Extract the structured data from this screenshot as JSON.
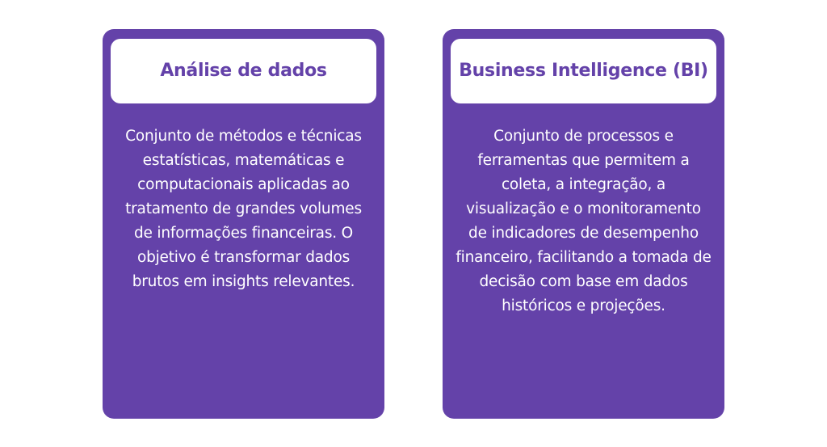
{
  "colors": {
    "card_background": "#6442a9",
    "title_box_background": "#ffffff",
    "title_text": "#6442a9",
    "body_text": "#ffffff"
  },
  "cards": [
    {
      "title": "Análise de dados",
      "description": "Conjunto de métodos e técnicas estatísticas, matemáticas e computacionais aplicadas ao tratamento de grandes volumes de informações financeiras. O objetivo é transformar dados brutos em insights relevantes."
    },
    {
      "title": "Business Intelligence (BI)",
      "description": "Conjunto de processos e ferramentas que permitem a coleta, a integração, a visualização e o monitoramento de indicadores de desempenho financeiro, facilitando a tomada de decisão com base em dados históricos e projeções."
    }
  ]
}
